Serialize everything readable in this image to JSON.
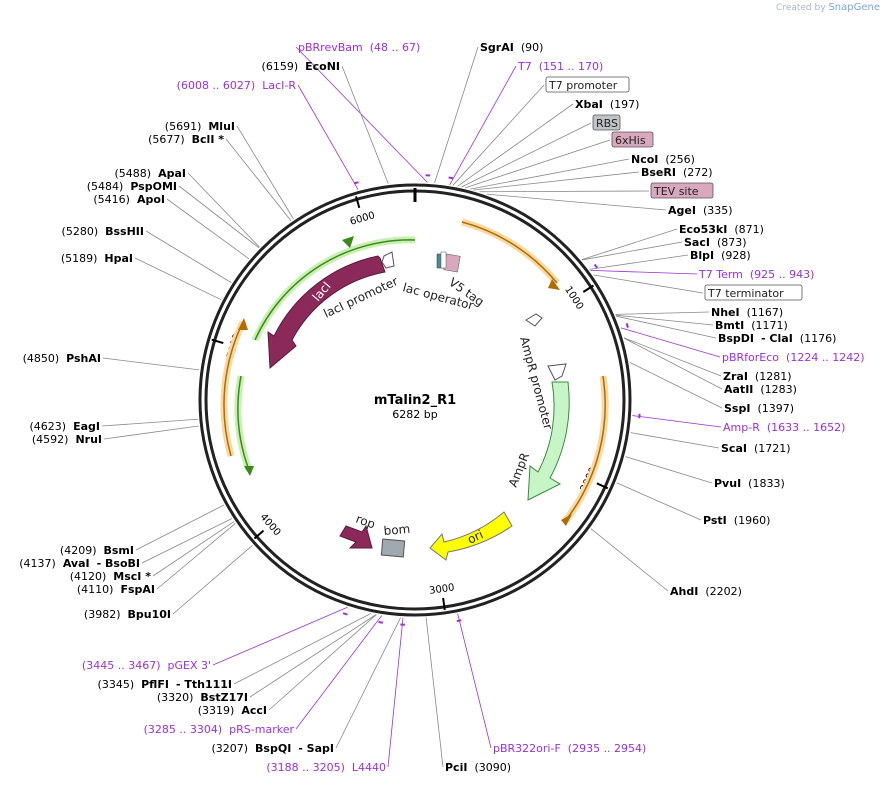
{
  "credit": {
    "prefix": "Created by",
    "brand": "SnapGene"
  },
  "plasmid": {
    "name": "mTalin2_R1",
    "length_label": "6282 bp",
    "total_bp": 6282
  },
  "ring_ticks": [
    "1000",
    "2000",
    "3000",
    "4000",
    "5000",
    "6000"
  ],
  "colors": {
    "enzyme_text": "#000000",
    "primer_text": "#9b30d9",
    "feature_lacI": "#8b2a5a",
    "feature_orf_green": "#3a8a1a",
    "feature_ampR": "#c8f5c8",
    "feature_ori": "#ffff00",
    "feature_rop": "#8b2a5a",
    "feature_bom": "#a0a8b0",
    "orf_orange": "#e08a10",
    "tag_fill": "#d9a8be"
  },
  "labels": [
    {
      "id": "pbrrevbam",
      "kind": "primer",
      "coord": "(48 .. 67)",
      "name": "pBRrevBam"
    },
    {
      "id": "sgrai",
      "kind": "enzyme",
      "name": "SgrAI",
      "coord": "(90)"
    },
    {
      "id": "t7",
      "kind": "primer",
      "name": "T7",
      "coord": "(151 .. 170)"
    },
    {
      "id": "t7-promoter",
      "kind": "boxed",
      "name": "T7 promoter"
    },
    {
      "id": "xbai",
      "kind": "enzyme",
      "name": "XbaI",
      "coord": "(197)"
    },
    {
      "id": "rbs",
      "kind": "boxed-gray",
      "name": "RBS"
    },
    {
      "id": "6xhis",
      "kind": "boxed-pink",
      "name": "6xHis"
    },
    {
      "id": "ncoi",
      "kind": "enzyme",
      "name": "NcoI",
      "coord": "(256)"
    },
    {
      "id": "bseri",
      "kind": "enzyme",
      "name": "BseRI",
      "coord": "(272)"
    },
    {
      "id": "tev-site",
      "kind": "boxed-pink",
      "name": "TEV site"
    },
    {
      "id": "agei",
      "kind": "enzyme",
      "name": "AgeI",
      "coord": "(335)"
    },
    {
      "id": "eco53ki",
      "kind": "enzyme",
      "name": "Eco53kI",
      "coord": "(871)"
    },
    {
      "id": "saci",
      "kind": "enzyme",
      "name": "SacI",
      "coord": "(873)"
    },
    {
      "id": "blpi",
      "kind": "enzyme",
      "name": "BlpI",
      "coord": "(928)"
    },
    {
      "id": "t7-term",
      "kind": "primer",
      "name": "T7 Term",
      "coord": "(925 .. 943)"
    },
    {
      "id": "t7-terminator",
      "kind": "boxed",
      "name": "T7 terminator"
    },
    {
      "id": "nhei",
      "kind": "enzyme",
      "name": "NheI",
      "coord": "(1167)"
    },
    {
      "id": "bmti",
      "kind": "enzyme",
      "name": "BmtI",
      "coord": "(1171)"
    },
    {
      "id": "bspdi",
      "kind": "enzyme",
      "name": "BspDI",
      "extra": "- ClaI",
      "coord": "(1176)"
    },
    {
      "id": "pbrforeco",
      "kind": "primer",
      "name": "pBRforEco",
      "coord": "(1224 .. 1242)"
    },
    {
      "id": "zrai",
      "kind": "enzyme",
      "name": "ZraI",
      "coord": "(1281)"
    },
    {
      "id": "aatii",
      "kind": "enzyme",
      "name": "AatII",
      "coord": "(1283)"
    },
    {
      "id": "sspi",
      "kind": "enzyme",
      "name": "SspI",
      "coord": "(1397)"
    },
    {
      "id": "amp-r",
      "kind": "primer",
      "name": "Amp-R",
      "coord": "(1633 .. 1652)"
    },
    {
      "id": "scai",
      "kind": "enzyme",
      "name": "ScaI",
      "coord": "(1721)"
    },
    {
      "id": "pvui",
      "kind": "enzyme",
      "name": "PvuI",
      "coord": "(1833)"
    },
    {
      "id": "psti",
      "kind": "enzyme",
      "name": "PstI",
      "coord": "(1960)"
    },
    {
      "id": "ahdi",
      "kind": "enzyme",
      "name": "AhdI",
      "coord": "(2202)"
    },
    {
      "id": "pbr322ori-f",
      "kind": "primer",
      "name": "pBR322ori-F",
      "coord": "(2935 .. 2954)"
    },
    {
      "id": "pcii",
      "kind": "enzyme",
      "name": "PciI",
      "coord": "(3090)"
    },
    {
      "id": "l4440",
      "kind": "primer",
      "coord": "(3188 .. 3205)",
      "name": "L4440"
    },
    {
      "id": "bspqi",
      "kind": "enzyme",
      "coord": "(3207)",
      "name": "BspQI",
      "extra": "- SapI"
    },
    {
      "id": "prs-marker",
      "kind": "primer",
      "coord": "(3285 .. 3304)",
      "name": "pRS-marker"
    },
    {
      "id": "acci",
      "kind": "enzyme",
      "coord": "(3319)",
      "name": "AccI"
    },
    {
      "id": "bstz17i",
      "kind": "enzyme",
      "coord": "(3320)",
      "name": "BstZ17I"
    },
    {
      "id": "pflfi",
      "kind": "enzyme",
      "coord": "(3345)",
      "name": "PflFI",
      "extra": "- Tth111I"
    },
    {
      "id": "pgex3",
      "kind": "primer",
      "coord": "(3445 .. 3467)",
      "name": "pGEX 3'"
    },
    {
      "id": "bpu10i",
      "kind": "enzyme",
      "coord": "(3982)",
      "name": "Bpu10I"
    },
    {
      "id": "fspai",
      "kind": "enzyme",
      "coord": "(4110)",
      "name": "FspAI"
    },
    {
      "id": "msci",
      "kind": "enzyme",
      "coord": "(4120)",
      "name": "MscI *"
    },
    {
      "id": "avai",
      "kind": "enzyme",
      "coord": "(4137)",
      "name": "AvaI",
      "extra": "- BsoBI"
    },
    {
      "id": "bsmi",
      "kind": "enzyme",
      "coord": "(4209)",
      "name": "BsmI"
    },
    {
      "id": "nrui",
      "kind": "enzyme",
      "coord": "(4592)",
      "name": "NruI"
    },
    {
      "id": "eagi",
      "kind": "enzyme",
      "coord": "(4623)",
      "name": "EagI"
    },
    {
      "id": "pshai",
      "kind": "enzyme",
      "coord": "(4850)",
      "name": "PshAI"
    },
    {
      "id": "hpai",
      "kind": "enzyme",
      "coord": "(5189)",
      "name": "HpaI"
    },
    {
      "id": "bsshii",
      "kind": "enzyme",
      "coord": "(5280)",
      "name": "BssHII"
    },
    {
      "id": "apoi",
      "kind": "enzyme",
      "coord": "(5416)",
      "name": "ApoI"
    },
    {
      "id": "pspomi",
      "kind": "enzyme",
      "coord": "(5484)",
      "name": "PspOMI"
    },
    {
      "id": "apai",
      "kind": "enzyme",
      "coord": "(5488)",
      "name": "ApaI"
    },
    {
      "id": "bcli",
      "kind": "enzyme",
      "coord": "(5677)",
      "name": "BclI *"
    },
    {
      "id": "mlui",
      "kind": "enzyme",
      "coord": "(5691)",
      "name": "MluI"
    },
    {
      "id": "lacir",
      "kind": "primer",
      "coord": "(6008 .. 6027)",
      "name": "LacI-R"
    },
    {
      "id": "econi",
      "kind": "enzyme",
      "coord": "(6159)",
      "name": "EcoNI"
    }
  ],
  "features": {
    "laci": "lacI",
    "laci_promoter": "lacI promoter",
    "lac_operator": "lac operator",
    "v5_tag": "V5 tag",
    "ampr_promoter": "AmpR promoter",
    "ampr": "AmpR",
    "ori": "ori",
    "rop": "rop",
    "bom": "bom"
  }
}
